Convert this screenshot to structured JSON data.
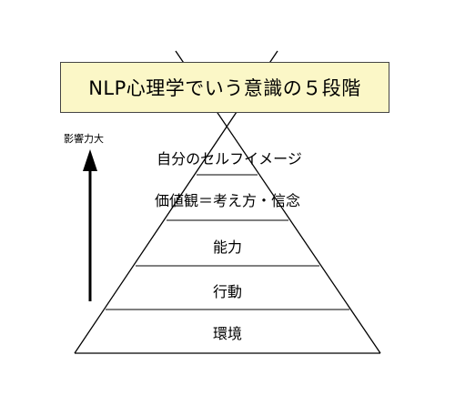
{
  "title": "NLP心理学でいう意識の５段階",
  "axis_label": "影響力大",
  "levels": [
    "自分のセルフイメージ",
    "価値観＝考え方・信念",
    "能力",
    "行動",
    "環境"
  ],
  "colors": {
    "title_background": "#fbf7c7",
    "line": "#000000"
  }
}
